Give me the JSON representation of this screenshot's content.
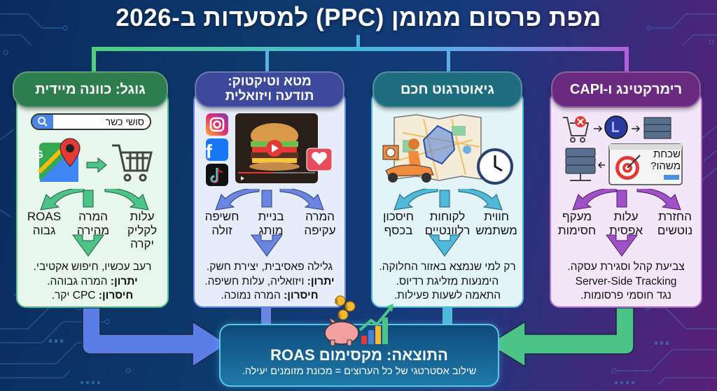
{
  "title": "מפת פרסום ממומן (PPC) למסעדות ב-2026",
  "colors": {
    "google": "#2e7d4f",
    "meta": "#3d4a9c",
    "geo": "#1e6e80",
    "remarketing": "#6a2a80",
    "result_border": "#59c6e6"
  },
  "cards": [
    {
      "id": "google",
      "header": [
        "גוגל: כוונה מיידית"
      ],
      "search_query": "סושי כשר",
      "branches": [
        [
          "ROAS",
          "גבוה"
        ],
        [
          "המרה",
          "מהירה"
        ],
        [
          "עלות",
          "לקליק",
          "יקרה"
        ]
      ],
      "desc": [
        {
          "bold": "",
          "text": "רעב עכשיו, חיפוש אקטיבי."
        },
        {
          "bold": "יתרון:",
          "text": " המרה גבוהה."
        },
        {
          "bold": "חיסרון:",
          "text": " CPC יקר."
        }
      ],
      "icons": [
        "google-maps-icon",
        "arrow-right-icon",
        "shopping-cart-icon"
      ]
    },
    {
      "id": "meta",
      "header": [
        "מטא וטיקטוק:",
        "תודעה ויזואלית"
      ],
      "branches": [
        [
          "חשיפה",
          "זולה"
        ],
        [
          "בניית",
          "מותג"
        ],
        [
          "המרה",
          "עקיפה"
        ]
      ],
      "desc": [
        {
          "bold": "",
          "text": "גלילה פאסיבית, יצירת חשק."
        },
        {
          "bold": "יתרון:",
          "text": " ויזואליה, עלות חשיפה."
        },
        {
          "bold": "חיסרון:",
          "text": " המרה נמוכה."
        }
      ],
      "icons": [
        "instagram-icon",
        "facebook-icon",
        "tiktok-icon",
        "video-player-icon",
        "heart-icon"
      ]
    },
    {
      "id": "geo",
      "header": [
        "גיאוטרגוט חכם"
      ],
      "branches": [
        [
          "חיסכון",
          "בכסף"
        ],
        [
          "לקוחות",
          "רלוונטיים"
        ],
        [
          "חווית",
          "משתמש"
        ]
      ],
      "desc": [
        {
          "bold": "",
          "text": "רק למי שנמצא באזור החלוקה."
        },
        {
          "bold": "",
          "text": "הימנעות מזליגת רדיוס."
        },
        {
          "bold": "",
          "text": "התאמה לשעות פעילות."
        }
      ],
      "icons": [
        "map-icon",
        "delivery-scooter-icon",
        "clock-icon"
      ]
    },
    {
      "id": "remarketing",
      "header": [
        "רימרקטינג ו-CAPI"
      ],
      "popup_text": [
        "שכחת",
        "משהו?"
      ],
      "branches": [
        [
          "מעקף",
          "חסימות"
        ],
        [
          "עלות",
          "אפסית"
        ],
        [
          "החזרת",
          "נוטשים"
        ]
      ],
      "desc": [
        {
          "bold": "",
          "text": "צביעת קהל וסגירת עסקה."
        },
        {
          "bold": "",
          "text": "Server-Side Tracking"
        },
        {
          "bold": "",
          "text": "נגד חוסמי פרסומות."
        }
      ],
      "icons": [
        "abandoned-cart-icon",
        "pixel-icon",
        "server-icon",
        "server-rack-icon",
        "target-icon"
      ]
    }
  ],
  "result": {
    "title": "התוצאה: מקסימום ROAS",
    "subtitle": "שילוב אסטרטגי של כל הערוצים = מכונת מזומנים יעילה.",
    "icons": [
      "piggy-bank-icon",
      "growth-chart-icon",
      "coins-icon"
    ]
  }
}
